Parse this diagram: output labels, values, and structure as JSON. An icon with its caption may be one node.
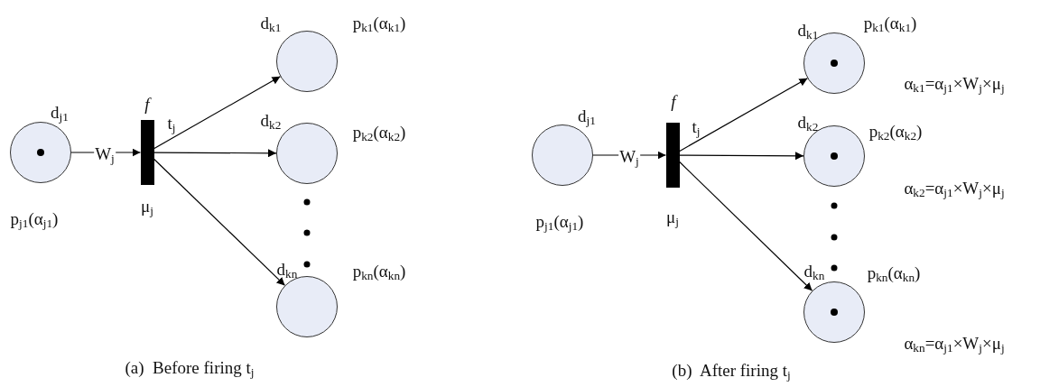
{
  "diagram": {
    "nodes": [
      {
        "text": [],
        "shape": "circle",
        "beside": [
          "d$_{j1}$",
          "p$_{j1}$(α$_{j1}$)"
        ]
      },
      {
        "text": [],
        "shape": "dot",
        "in": 0
      },
      {
        "text": [],
        "shape": "bar",
        "beside": [
          "f",
          "t$_{j}$",
          "μ$_{j}$"
        ]
      },
      {
        "text": [],
        "shape": "circle",
        "beside": [
          "d$_{k1}$",
          "p$_{k1}$(α$_{k1}$)"
        ]
      },
      {
        "text": [],
        "shape": "circle",
        "beside": [
          "d$_{k2}$",
          "p$_{k2}$(α$_{k2}$)"
        ]
      },
      {
        "text": [],
        "shape": "circle",
        "beside": [
          "d$_{kn}$",
          "p$_{kn}$(α$_{kn}$)"
        ]
      },
      {
        "text": [],
        "shape": "circle",
        "beside": [
          "d$_{j1}$",
          "p$_{j1}$(α$_{j1}$)"
        ]
      },
      {
        "text": [],
        "shape": "bar",
        "beside": [
          "f",
          "t$_{j}$",
          "μ$_{j}$"
        ]
      },
      {
        "text": [],
        "shape": "circle",
        "beside": [
          "d$_{k1}$",
          "p$_{k1}$(α$_{k1}$)",
          "α$_{k1}$=α$_{j1}$×W$_{j}$×μ$_{j}$"
        ]
      },
      {
        "text": [],
        "shape": "dot",
        "in": 8
      },
      {
        "text": [],
        "shape": "circle",
        "beside": [
          "d$_{k2}$",
          "p$_{k2}$(α$_{k2}$)",
          "α$_{k2}$=α$_{j1}$×W$_{j}$×μ$_{j}$"
        ]
      },
      {
        "text": [],
        "shape": "dot",
        "in": 10
      },
      {
        "text": [],
        "shape": "circle",
        "beside": [
          "d$_{kn}$",
          "p$_{kn}$(α$_{kn}$)",
          "α$_{kn}$=α$_{j1}$×W$_{j}$×μ$_{j}$"
        ]
      },
      {
        "text": [],
        "shape": "dot",
        "in": 12
      }
    ],
    "edges": [
      {
        "from": 0,
        "to": 2,
        "arrow": "to",
        "label": "W$_{j}$"
      },
      {
        "from": 2,
        "to": 3,
        "arrow": "to"
      },
      {
        "from": 2,
        "to": 4,
        "arrow": "to"
      },
      {
        "from": 2,
        "to": 5,
        "arrow": "to"
      },
      {
        "from": 6,
        "to": 7,
        "arrow": "to",
        "label": "W$_{j}$"
      },
      {
        "from": 7,
        "to": 8,
        "arrow": "to"
      },
      {
        "from": 7,
        "to": 10,
        "arrow": "to"
      },
      {
        "from": 7,
        "to": 12,
        "arrow": "to"
      }
    ],
    "labels": [
      "(a)  Before firing t$_{j}$",
      "(b)  After firing t$_{j}$"
    ]
  }
}
